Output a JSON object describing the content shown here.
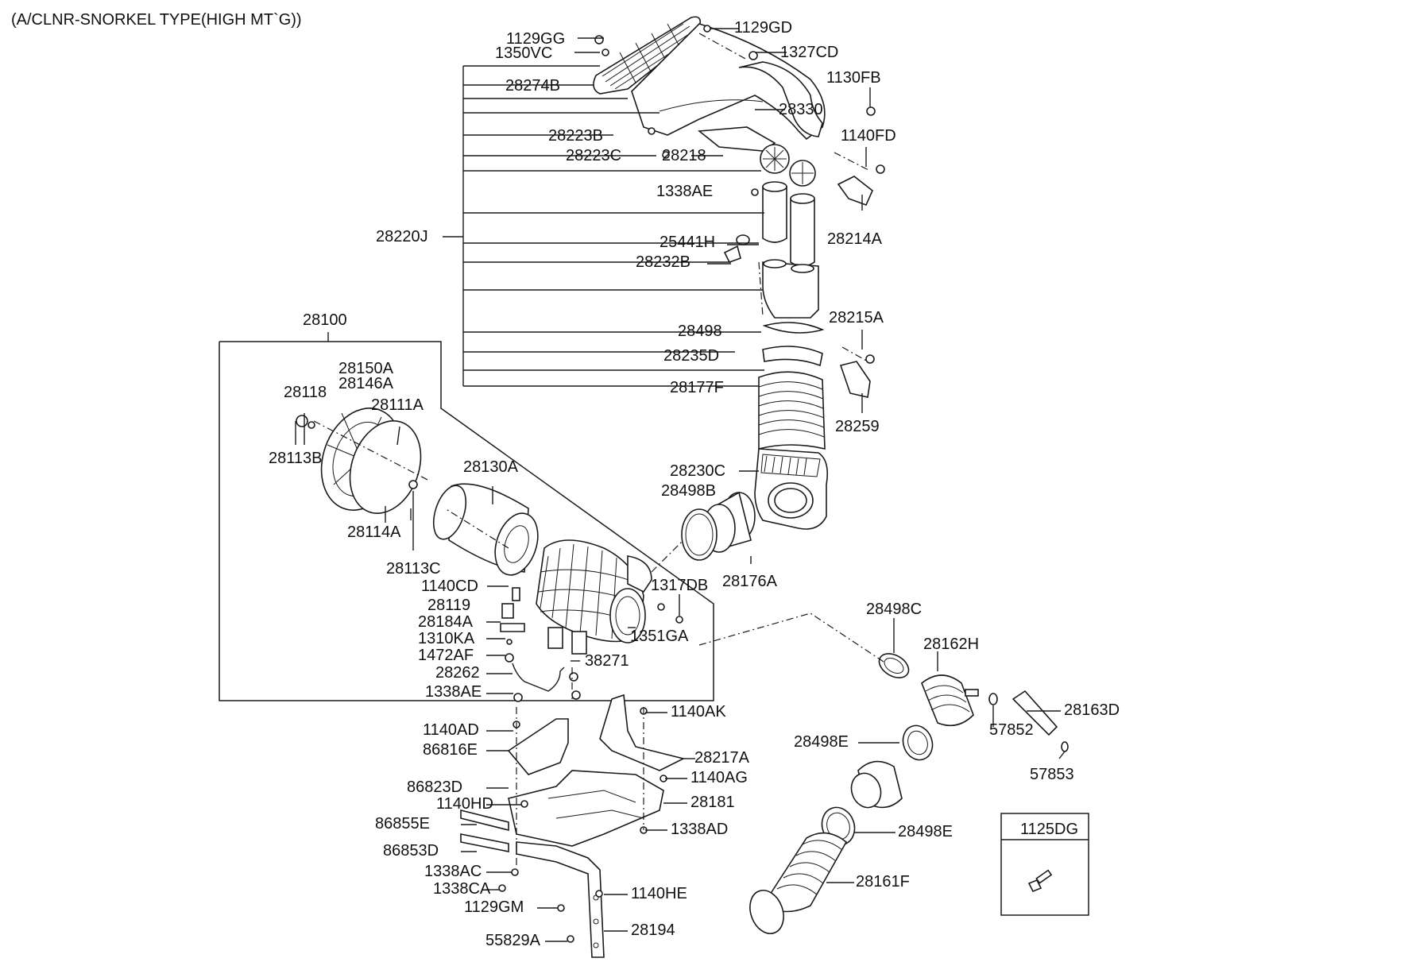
{
  "title": "(A/CLNR-SNORKEL TYPE(HIGH MT`G))",
  "parts": {
    "p_1129GG": "1129GG",
    "p_1350VC": "1350VC",
    "p_28274B": "28274B",
    "p_1129GD": "1129GD",
    "p_1327CD": "1327CD",
    "p_1130FB": "1130FB",
    "p_28330": "28330",
    "p_1140FD": "1140FD",
    "p_28223B": "28223B",
    "p_28223C": "28223C",
    "p_28218": "28218",
    "p_1338AE_top": "1338AE",
    "p_28214A": "28214A",
    "p_28220J": "28220J",
    "p_25441H": "25441H",
    "p_28232B": "28232B",
    "p_28215A": "28215A",
    "p_28498": "28498",
    "p_28235D": "28235D",
    "p_28177F": "28177F",
    "p_28259": "28259",
    "p_28100": "28100",
    "p_28150A": "28150A",
    "p_28146A": "28146A",
    "p_28118": "28118",
    "p_28111A": "28111A",
    "p_28113B": "28113B",
    "p_28114A": "28114A",
    "p_28113C": "28113C",
    "p_28130A": "28130A",
    "p_28230C": "28230C",
    "p_28498B": "28498B",
    "p_28176A": "28176A",
    "p_1140CD": "1140CD",
    "p_28119": "28119",
    "p_28184A": "28184A",
    "p_1310KA": "1310KA",
    "p_1472AF": "1472AF",
    "p_28262": "28262",
    "p_1338AE_mid": "1338AE",
    "p_1317DB": "1317DB",
    "p_1351GA": "1351GA",
    "p_38271": "38271",
    "p_28498C": "28498C",
    "p_28162H": "28162H",
    "p_28163D": "28163D",
    "p_57852": "57852",
    "p_57853": "57853",
    "p_28498E_a": "28498E",
    "p_28498E_b": "28498E",
    "p_28161F": "28161F",
    "p_1125DG": "1125DG",
    "p_1140AK": "1140AK",
    "p_1140AD": "1140AD",
    "p_86816E": "86816E",
    "p_28217A": "28217A",
    "p_1140AG": "1140AG",
    "p_86823D": "86823D",
    "p_28181": "28181",
    "p_1140HD": "1140HD",
    "p_86855E": "86855E",
    "p_1338AD": "1338AD",
    "p_86853D": "86853D",
    "p_1338AC": "1338AC",
    "p_1338CA": "1338CA",
    "p_1140HE": "1140HE",
    "p_1129GM": "1129GM",
    "p_28194": "28194",
    "p_55829A": "55829A"
  }
}
